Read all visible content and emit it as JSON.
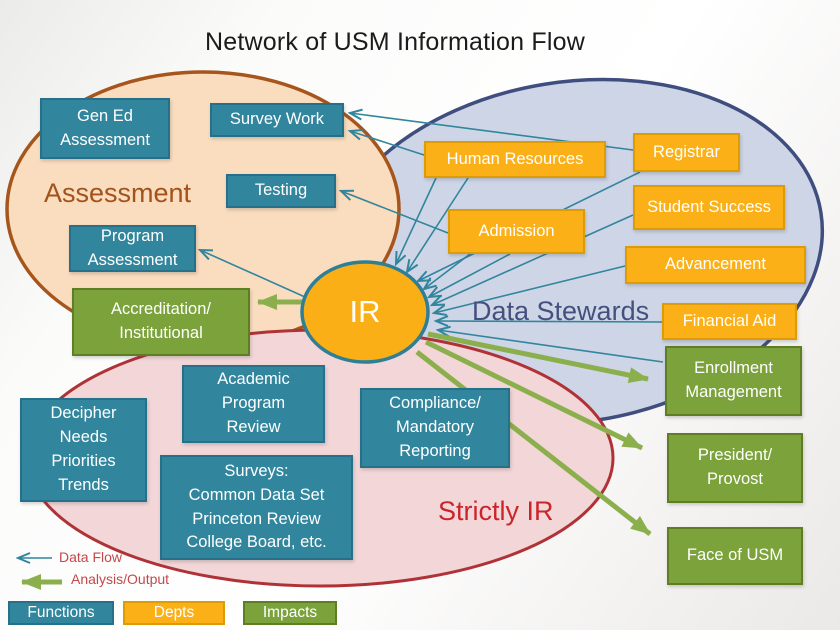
{
  "title": "Network of USM Information Flow",
  "regions": {
    "assessment": {
      "label": "Assessment"
    },
    "data_stewards": {
      "label": "Data Stewards"
    },
    "strictly_ir": {
      "label": "Strictly IR"
    }
  },
  "center": {
    "label": "IR"
  },
  "functions": [
    {
      "id": "gen-ed-assessment",
      "label": "Gen Ed\nAssessment"
    },
    {
      "id": "survey-work",
      "label": "Survey Work"
    },
    {
      "id": "testing",
      "label": "Testing"
    },
    {
      "id": "program-assessment",
      "label": "Program\nAssessment"
    },
    {
      "id": "academic-program-review",
      "label": "Academic\nProgram\nReview"
    },
    {
      "id": "decipher-needs",
      "label": "Decipher\nNeeds\nPriorities\nTrends"
    },
    {
      "id": "surveys",
      "label": "Surveys:\nCommon Data Set\nPrinceton Review\nCollege Board, etc."
    },
    {
      "id": "compliance",
      "label": "Compliance/\nMandatory\nReporting"
    }
  ],
  "depts": [
    {
      "id": "human-resources",
      "label": "Human Resources"
    },
    {
      "id": "registrar",
      "label": "Registrar"
    },
    {
      "id": "admission",
      "label": "Admission"
    },
    {
      "id": "student-success",
      "label": "Student Success"
    },
    {
      "id": "advancement",
      "label": "Advancement"
    },
    {
      "id": "financial-aid",
      "label": "Financial Aid"
    }
  ],
  "impacts": [
    {
      "id": "accreditation-institutional",
      "label": "Accreditation/\nInstitutional"
    },
    {
      "id": "enrollment-management",
      "label": "Enrollment\nManagement"
    },
    {
      "id": "president-provost",
      "label": "President/\nProvost"
    },
    {
      "id": "face-of-usm",
      "label": "Face of USM"
    }
  ],
  "legend": {
    "data_flow": "Data Flow",
    "analysis_output": "Analysis/Output",
    "functions_label": "Functions",
    "depts_label": "Depts",
    "impacts_label": "Impacts"
  },
  "colors": {
    "function_fill": "#31859C",
    "dept_fill": "#FBB017",
    "impact_fill": "#7BA23B",
    "data_flow_arrow": "#31859C",
    "analysis_output_arrow": "#8CAF4D",
    "assessment_region_fill": "#FADCBE",
    "assessment_region_border": "#A6551C",
    "data_stewards_region_fill": "#CED5E6",
    "data_stewards_region_border": "#3F4E7E",
    "strictly_ir_region_fill": "#F3D6D7",
    "strictly_ir_region_border": "#AF3236",
    "ir_fill": "#FBAF17",
    "ir_border": "#2E7F96",
    "assessment_label_color": "#A2521A",
    "data_stewards_label_color": "#44517E",
    "strictly_ir_label_color": "#C9252B",
    "legend_text_color": "#C3484C"
  }
}
